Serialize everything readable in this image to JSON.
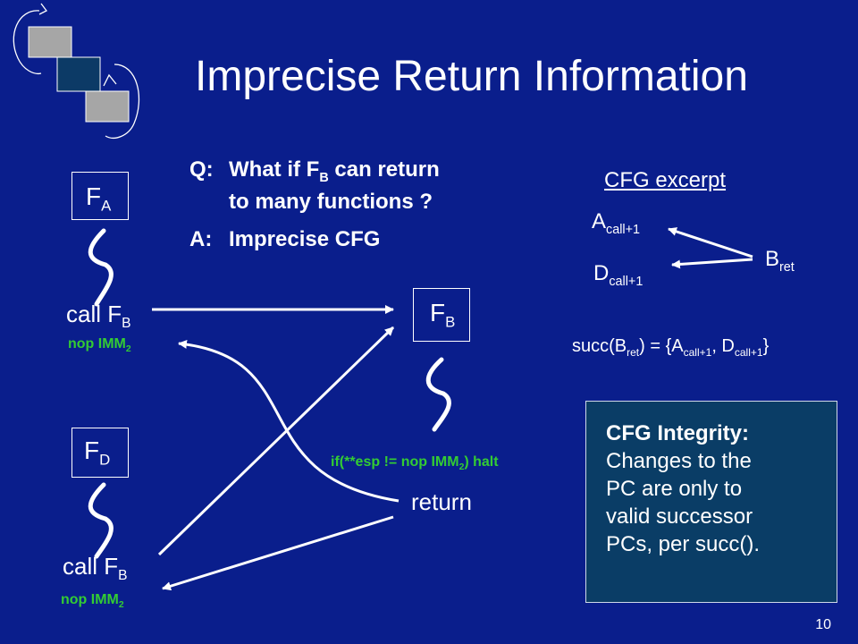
{
  "title": "Imprecise Return Information",
  "qa": {
    "q_prefix": "Q:",
    "q_text_a": "What if F",
    "q_sub": "B",
    "q_text_b": " can return",
    "q_line2": "to many functions ?",
    "a_prefix": "A:",
    "a_text": "Imprecise CFG"
  },
  "functions": {
    "fa": {
      "name": "F",
      "sub": "A"
    },
    "fb": {
      "name": "F",
      "sub": "B"
    },
    "fd": {
      "name": "F",
      "sub": "D"
    }
  },
  "calls": {
    "call_a": {
      "text": "call F",
      "sub": "B",
      "nop": "nop IMM",
      "nop_sub": "2"
    },
    "call_d": {
      "text": "call F",
      "sub": "B",
      "nop": "nop IMM",
      "nop_sub": "2"
    }
  },
  "check": {
    "text_a": "if(**esp != nop IMM",
    "sub": "2",
    "text_b": ") halt"
  },
  "return_label": "return",
  "cfg": {
    "heading": "CFG excerpt",
    "a_node": {
      "name": "A",
      "sub": "call+1"
    },
    "d_node": {
      "name": "D",
      "sub": "call+1"
    },
    "b_node": {
      "name": "B",
      "sub": "ret"
    }
  },
  "succ": {
    "p1": "succ(B",
    "s1": "ret",
    "p2": ") = {A",
    "s2": "call+1",
    "p3": ", D",
    "s3": "call+1",
    "p4": "}"
  },
  "integrity": {
    "heading": "CFG Integrity:",
    "line1": "Changes to the",
    "line2": "PC are only to",
    "line3": "valid successor",
    "line4": "PCs, per succ()."
  },
  "page_number": "10",
  "colors": {
    "background": "#0a1e8c",
    "text": "#ffffff",
    "accent_green": "#33cc33",
    "integrity_box": "#0a3d66",
    "logo_gray": "#a6a6a6",
    "logo_dark": "#0c3a66"
  },
  "icons": [
    "logo-cycle-icon",
    "squiggle-icon",
    "arrow-icon"
  ]
}
